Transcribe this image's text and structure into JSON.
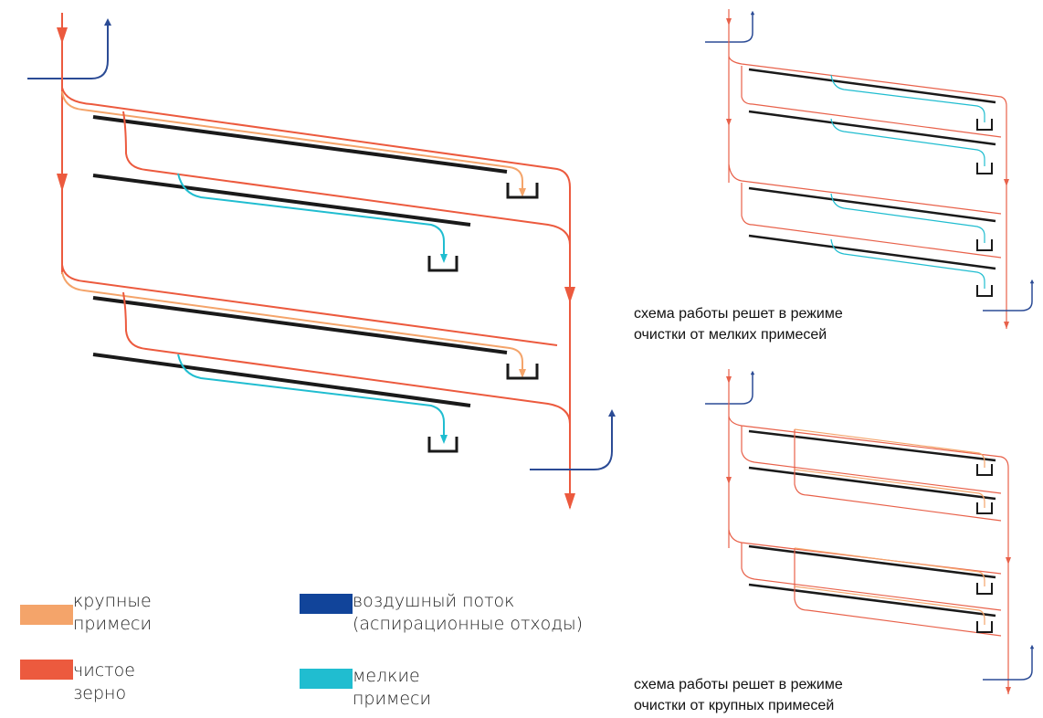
{
  "legend": {
    "coarse": {
      "line1": "крупные",
      "line2": "примеси",
      "color": "#f4a46a"
    },
    "clean": {
      "line1": "чистое",
      "line2": "зерно",
      "color": "#ec5a3e"
    },
    "air": {
      "line1": "воздушный поток",
      "line2": "(аспирационные отходы)",
      "color": "#11449a"
    },
    "fine": {
      "line1": "мелкие",
      "line2": "примеси",
      "color": "#20bdd0"
    }
  },
  "captions": {
    "fine_mode": {
      "line1": "схема работы решет в режиме",
      "line2": "очистки от мелких примесей"
    },
    "coarse_mode": {
      "line1": "схема работы решет в режиме",
      "line2": "очистки от крупных примесей"
    }
  },
  "colors": {
    "grain": "#ec5a3e",
    "grain_thin": "#e8614a",
    "coarse": "#f4a46a",
    "fine": "#20bdd0",
    "air": "#2b4b95",
    "sieve": "#1a1a1a"
  }
}
